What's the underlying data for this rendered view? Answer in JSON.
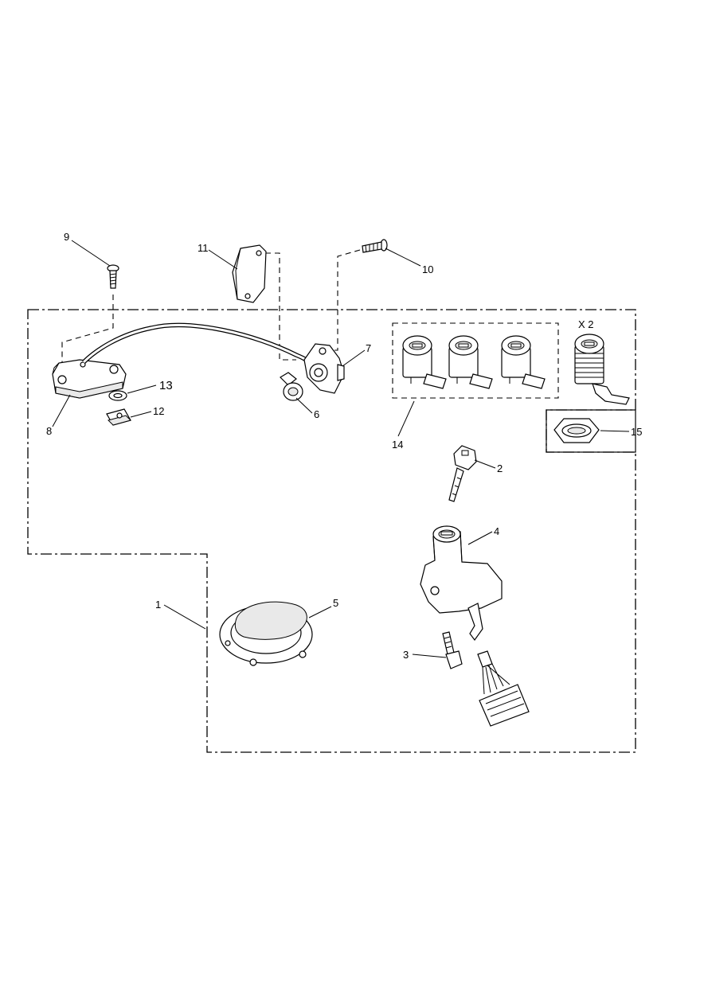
{
  "callouts": [
    {
      "id": "1",
      "text": "1"
    },
    {
      "id": "2",
      "text": "2"
    },
    {
      "id": "3",
      "text": "3"
    },
    {
      "id": "4",
      "text": "4"
    },
    {
      "id": "5",
      "text": "5"
    },
    {
      "id": "6",
      "text": "6"
    },
    {
      "id": "7",
      "text": "7"
    },
    {
      "id": "8",
      "text": "8"
    },
    {
      "id": "9",
      "text": "9"
    },
    {
      "id": "10",
      "text": "10"
    },
    {
      "id": "11",
      "text": "11"
    },
    {
      "id": "12",
      "text": "12"
    },
    {
      "id": "13",
      "text": "13"
    },
    {
      "id": "14",
      "text": "14"
    },
    {
      "id": "15",
      "text": "15"
    }
  ],
  "multiplier": "X 2"
}
